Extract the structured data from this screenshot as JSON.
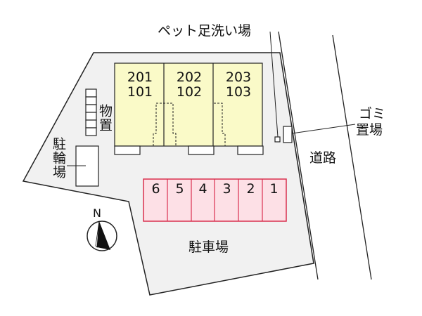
{
  "map": {
    "building": {
      "units": [
        {
          "upper": "201",
          "lower": "101"
        },
        {
          "upper": "202",
          "lower": "102"
        },
        {
          "upper": "203",
          "lower": "103"
        }
      ]
    },
    "parking": {
      "label": "駐車場",
      "slots": [
        "6",
        "5",
        "4",
        "3",
        "2",
        "1"
      ]
    },
    "storage_label": "物置",
    "bicycle_label": "駐輪場",
    "pet_foot_wash_label": "ペット足洗い場",
    "garbage_label_line1": "ゴミ",
    "garbage_label_line2": "置場",
    "road_label": "道路",
    "compass_label": "N",
    "colors": {
      "building_fill": "#fafac8",
      "parking_fill": "#fde0e6",
      "parking_stroke": "#d9304f",
      "lot_fill": "#f1f1f1",
      "line": "#222222"
    }
  }
}
